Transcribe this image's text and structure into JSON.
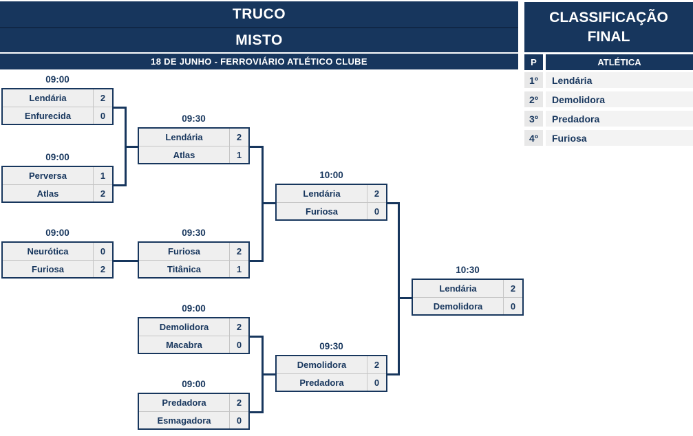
{
  "header": {
    "title": "TRUCO",
    "subtitle": "MISTO",
    "date_line": "18 DE JUNHO - FERROVIÁRIO ATLÉTICO CLUBE"
  },
  "classification": {
    "title": "CLASSIFICAÇÃO FINAL",
    "col_position": "P",
    "col_team": "ATLÉTICA",
    "rows": [
      {
        "position": "1º",
        "team": "Lendária"
      },
      {
        "position": "2º",
        "team": "Demolidora"
      },
      {
        "position": "3º",
        "team": "Predadora"
      },
      {
        "position": "4º",
        "team": "Furiosa"
      }
    ]
  },
  "bracket": {
    "matches": [
      {
        "id": "round1-match1",
        "time": "09:00",
        "teams": [
          {
            "name": "Lendária",
            "score": "2"
          },
          {
            "name": "Enfurecida",
            "score": "0"
          }
        ]
      },
      {
        "id": "round1-match2",
        "time": "09:00",
        "teams": [
          {
            "name": "Perversa",
            "score": "1"
          },
          {
            "name": "Atlas",
            "score": "2"
          }
        ]
      },
      {
        "id": "round1-match3",
        "time": "09:00",
        "teams": [
          {
            "name": "Neurótica",
            "score": "0"
          },
          {
            "name": "Furiosa",
            "score": "2"
          }
        ]
      },
      {
        "id": "round2-match1",
        "time": "09:30",
        "teams": [
          {
            "name": "Lendária",
            "score": "2"
          },
          {
            "name": "Atlas",
            "score": "1"
          }
        ]
      },
      {
        "id": "round2-match2",
        "time": "09:30",
        "teams": [
          {
            "name": "Furiosa",
            "score": "2"
          },
          {
            "name": "Titânica",
            "score": "1"
          }
        ]
      },
      {
        "id": "round1-match4",
        "time": "09:00",
        "teams": [
          {
            "name": "Demolidora",
            "score": "2"
          },
          {
            "name": "Macabra",
            "score": "0"
          }
        ]
      },
      {
        "id": "round1-match5",
        "time": "09:00",
        "teams": [
          {
            "name": "Predadora",
            "score": "2"
          },
          {
            "name": "Esmagadora",
            "score": "0"
          }
        ]
      },
      {
        "id": "semifinal-upper",
        "time": "10:00",
        "teams": [
          {
            "name": "Lendária",
            "score": "2"
          },
          {
            "name": "Furiosa",
            "score": "0"
          }
        ]
      },
      {
        "id": "semifinal-lower",
        "time": "09:30",
        "teams": [
          {
            "name": "Demolidora",
            "score": "2"
          },
          {
            "name": "Predadora",
            "score": "0"
          }
        ]
      },
      {
        "id": "final",
        "time": "10:30",
        "teams": [
          {
            "name": "Lendária",
            "score": "2"
          },
          {
            "name": "Demolidora",
            "score": "0"
          }
        ]
      }
    ]
  },
  "colors": {
    "navy": "#17365d",
    "box-fill": "#efefef",
    "divider": "#c5c5c5",
    "rank-fill": "#e8e8e8",
    "row-fill": "#f3f3f3"
  }
}
